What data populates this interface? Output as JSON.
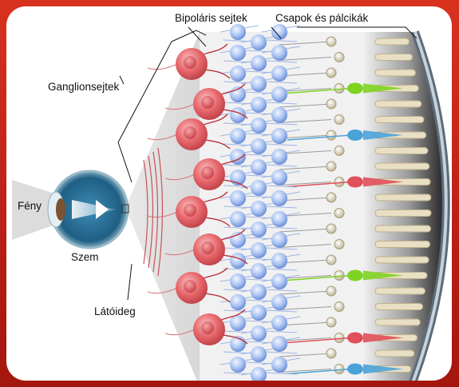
{
  "labels": {
    "bipolar": "Bipoláris sejtek",
    "cones_rods": "Csapok és pálcikák",
    "ganglion": "Ganglionsejtek",
    "light": "Fény",
    "eye": "Szem",
    "optic_nerve": "Látóideg"
  },
  "colors": {
    "frame": "#c8281e",
    "ganglion_cell": "#e86a6e",
    "bipolar_cell": "#8fb2ee",
    "cone_green": "#7ed321",
    "cone_blue": "#4aa3d8",
    "cone_red": "#e0505a",
    "rod": "#e8dfc4",
    "nerve": "#b8323a"
  }
}
